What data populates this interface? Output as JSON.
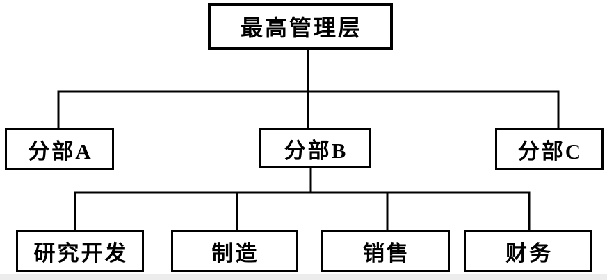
{
  "diagram": {
    "type": "org-chart",
    "root": {
      "label": "最高管理层"
    },
    "divisions": [
      {
        "label": "分部A"
      },
      {
        "label": "分部B"
      },
      {
        "label": "分部C"
      }
    ],
    "departments": [
      {
        "label": "研究开发"
      },
      {
        "label": "制造"
      },
      {
        "label": "销售"
      },
      {
        "label": "财务"
      }
    ],
    "departments_parent": "分部B",
    "colors": {
      "line": "#000000",
      "box_background": "#ffffff",
      "text": "#000000",
      "footer_strip": "#ececec"
    }
  }
}
